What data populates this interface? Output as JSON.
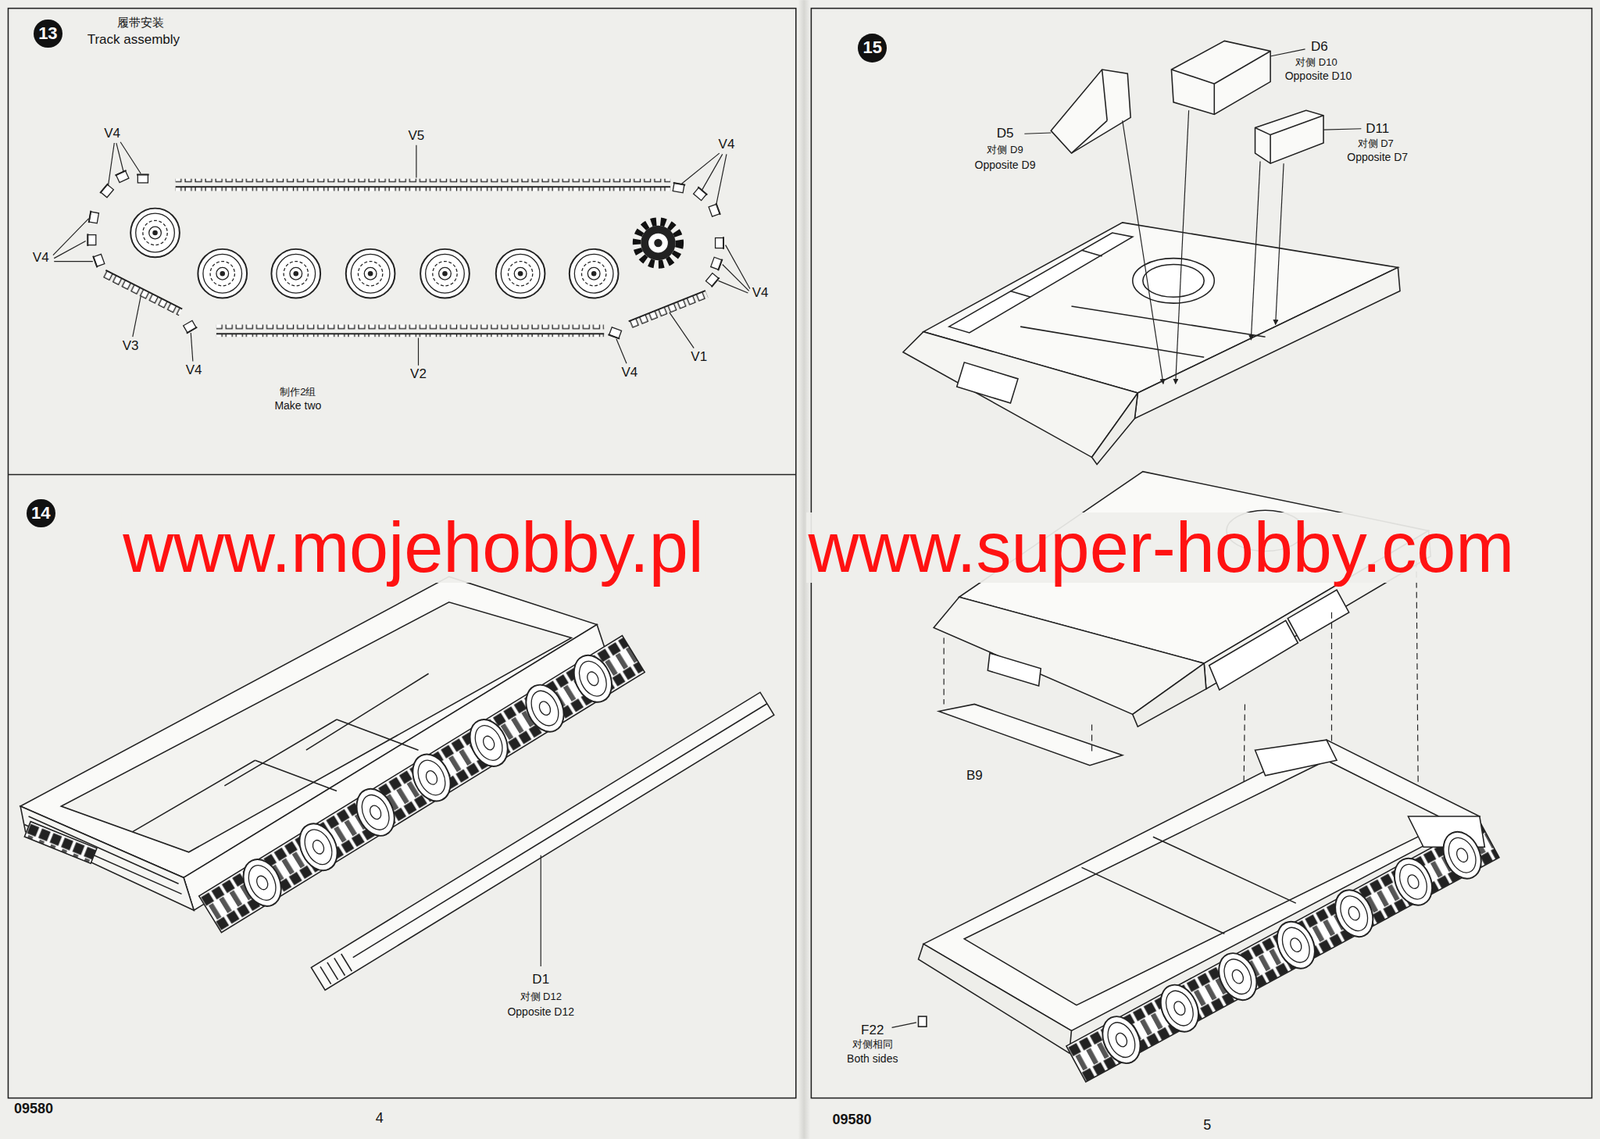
{
  "diagram": {
    "nodes": [
      {
        "text": [
          "13"
        ]
      },
      {
        "text": [
          "14"
        ]
      },
      {
        "text": [
          "15"
        ]
      }
    ],
    "labels": [
      "履带安装",
      "Track assembly",
      "V4",
      "V5",
      "V4",
      "V4",
      "V4",
      "V3",
      "V4",
      "V2",
      "V4",
      "V1",
      "制作2组",
      "Make two",
      "www.mojehobby.pl",
      "www.super-hobby.com",
      "D1",
      "对侧 D12",
      "Opposite D12",
      "D6",
      "对侧 D10",
      "Opposite D10",
      "D5",
      "对侧 D9",
      "Opposite D9",
      "D11",
      "对侧 D7",
      "Opposite D7",
      "B9",
      "F22",
      "对侧相同",
      "Both sides",
      "09580",
      "4",
      "09580",
      "5"
    ]
  }
}
